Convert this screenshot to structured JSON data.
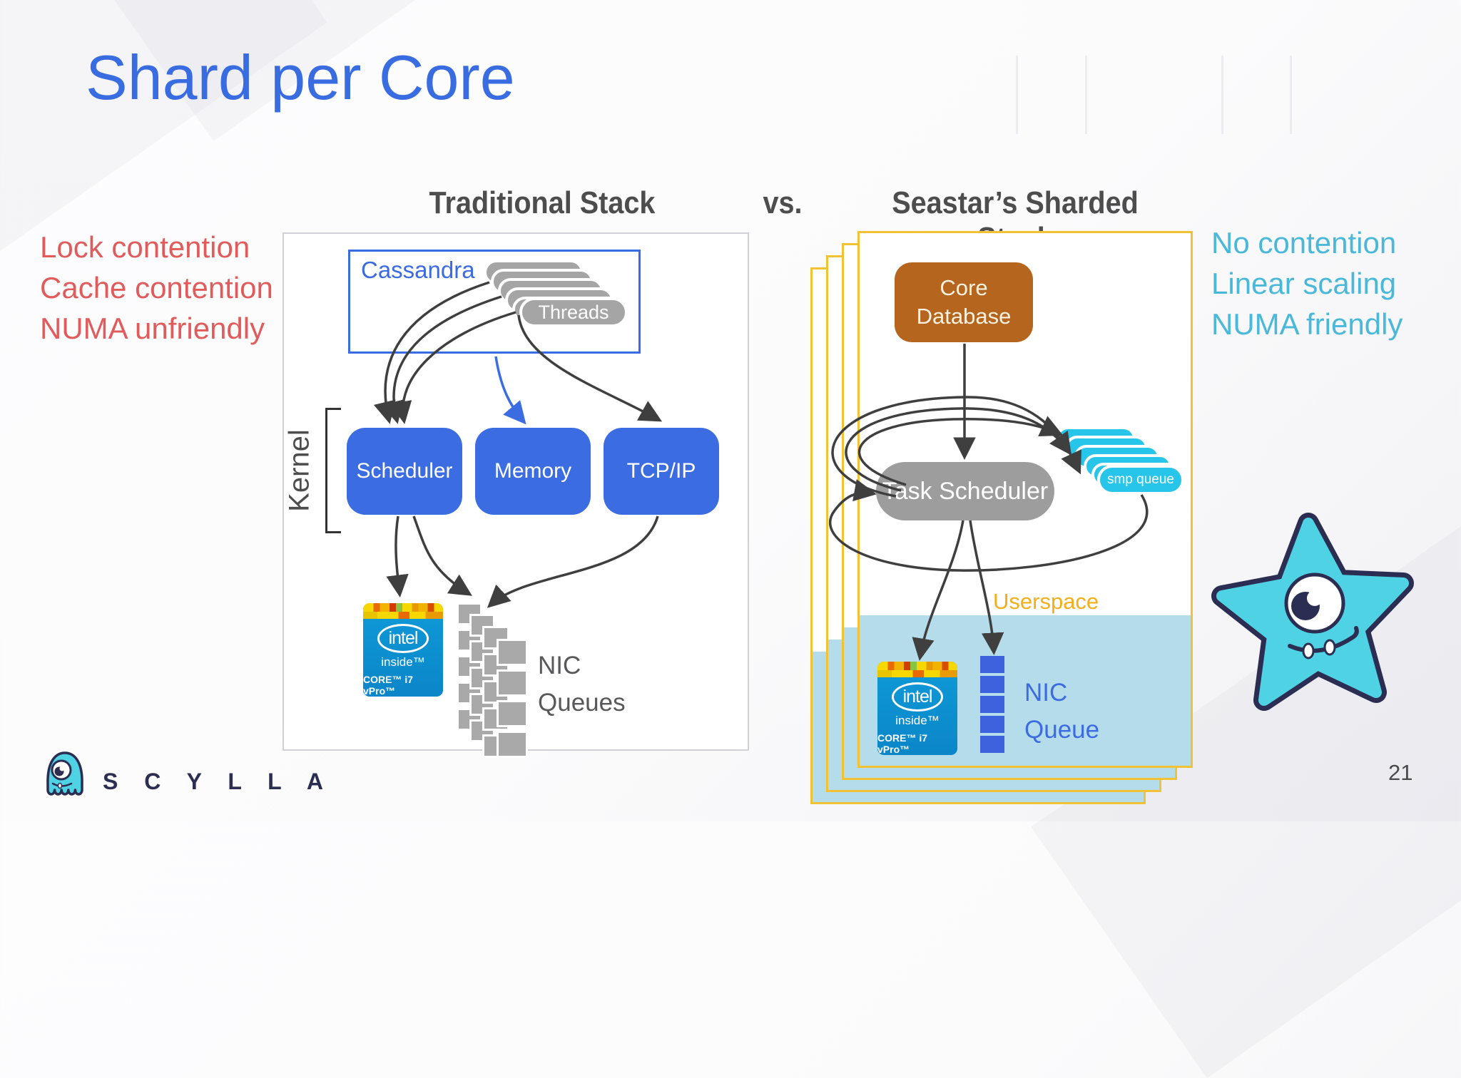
{
  "slide": {
    "title": "Shard per Core",
    "page_number": "21",
    "logo_text": "S C Y L L A"
  },
  "drawbacks": [
    "Lock contention",
    "Cache contention",
    "NUMA unfriendly"
  ],
  "benefits": [
    "No contention",
    "Linear scaling",
    "NUMA friendly"
  ],
  "comparison": {
    "left_heading": "Traditional Stack",
    "vs": "vs.",
    "right_heading": "Seastar’s Sharded Stack"
  },
  "traditional": {
    "app": "Cassandra",
    "threads": "Threads",
    "kernel": "Kernel",
    "boxes": [
      "Scheduler",
      "Memory",
      "TCP/IP"
    ],
    "nic_line1": "NIC",
    "nic_line2": "Queues"
  },
  "seastar": {
    "db_line1": "Core",
    "db_line2": "Database",
    "scheduler": "Task Scheduler",
    "smp_queue": "smp queue",
    "userspace": "Userspace",
    "nic_line1": "NIC",
    "nic_line2": "Queue"
  },
  "intel": {
    "brand": "intel",
    "tagline": "inside™",
    "core": "CORE™ i7 vPro™"
  },
  "colors": {
    "title_blue": "#3a6ce1",
    "drawback_red": "#e05c5c",
    "benefit_cyan": "#49b8d9",
    "kernel_box_blue": "#3c6ce2",
    "card_border_yellow": "#f2c235",
    "core_db_brown": "#b5651d",
    "userland_light_blue": "#b5dcea",
    "smp_cyan": "#28c5ea",
    "thread_gray": "#a5a5a5",
    "userspace_amber": "#f3ae19",
    "intel_blue": "#0f9ad8",
    "scylla_navy": "#2b2d52",
    "mascot_cyan": "#4fd2e3"
  }
}
